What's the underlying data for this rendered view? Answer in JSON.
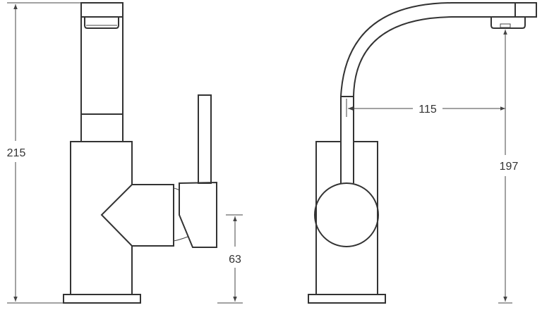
{
  "diagram": {
    "type": "technical-drawing",
    "subject": "single-lever basin mixer faucet",
    "line_color": "#333333",
    "background": "#ffffff",
    "views": [
      {
        "name": "side-view",
        "position": "left"
      },
      {
        "name": "front-view",
        "position": "right"
      }
    ],
    "dimensions": {
      "total_height": {
        "value": "215",
        "orientation": "vertical"
      },
      "lever_height": {
        "value": "63",
        "orientation": "vertical"
      },
      "spout_reach": {
        "value": "115",
        "orientation": "horizontal"
      },
      "spout_outlet_height": {
        "value": "197",
        "orientation": "vertical"
      }
    }
  }
}
